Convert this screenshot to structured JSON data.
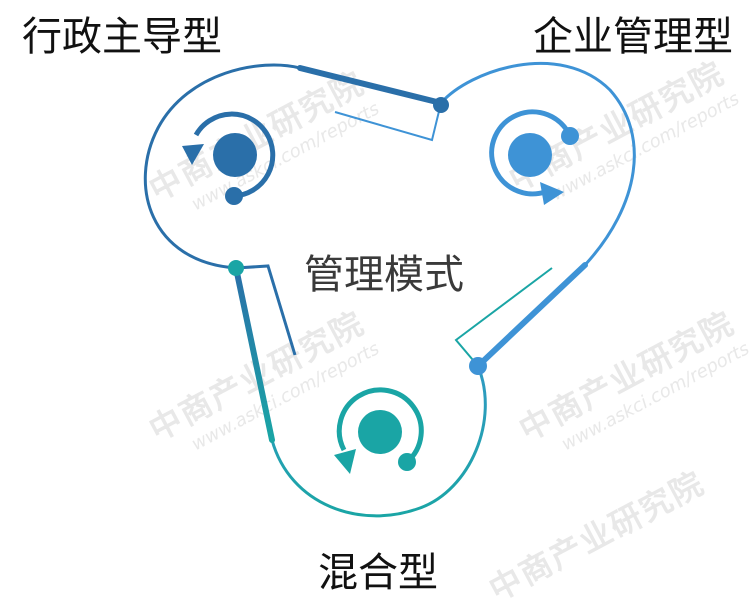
{
  "diagram": {
    "center_label": "管理模式",
    "nodes": [
      {
        "label": "行政主导型",
        "color": "#2a6fa9"
      },
      {
        "label": "企业管理型",
        "color": "#3e93d6"
      },
      {
        "label": "混合型",
        "color": "#1aa5a5"
      }
    ]
  },
  "watermark": {
    "brand": "中商产业研究院",
    "url": "www.askci.com/reports"
  },
  "colors": {
    "navy": "#2a6fa9",
    "blue": "#3e93d6",
    "teal": "#1aa5a5",
    "text": "#111111"
  }
}
